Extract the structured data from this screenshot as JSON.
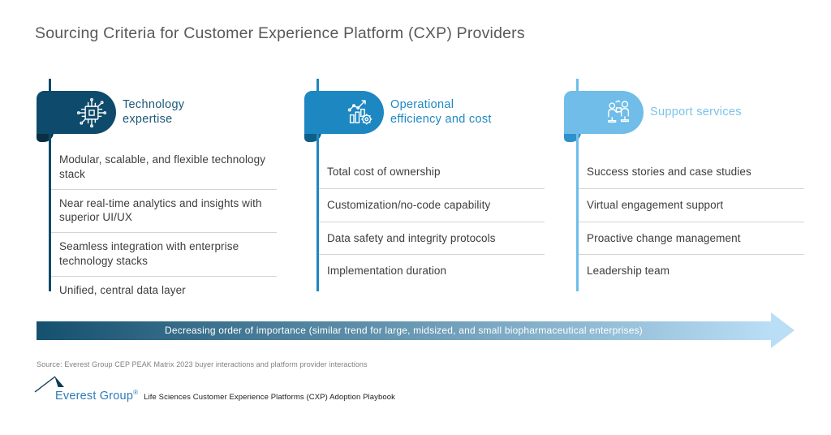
{
  "title": "Sourcing Criteria for Customer Experience Platform (CXP) Providers",
  "columns": [
    {
      "name": "technology-expertise",
      "icon": "cpu-chip-icon",
      "accent": "#0E4A6B",
      "fold": "#082F44",
      "label_color": "#1B5878",
      "label_line1": "Technology",
      "label_line2": "expertise",
      "items": [
        "Modular, scalable, and flexible technology stack",
        "Near real-time analytics and insights with superior UI/UX",
        "Seamless integration with enterprise technology stacks",
        "Unified, central data layer"
      ]
    },
    {
      "name": "operational-efficiency-and-cost",
      "icon": "chart-gear-icon",
      "accent": "#1D87C1",
      "fold": "#0E5E8C",
      "label_color": "#1E88C3",
      "label_line1": "Operational",
      "label_line2": "efficiency and cost",
      "items": [
        "Total cost of ownership",
        "Customization/no-code capability",
        "Data safety and integrity protocols",
        "Implementation duration"
      ]
    },
    {
      "name": "support-services",
      "icon": "people-engagement-icon",
      "accent": "#6FBDE8",
      "fold": "#2F90CC",
      "label_color": "#7CC2EA",
      "label_line1": "Support services",
      "label_line2": "",
      "items": [
        "Success stories and case studies",
        "Virtual engagement support",
        "Proactive change management",
        "Leadership team"
      ]
    }
  ],
  "arrow": {
    "label": "Decreasing order of importance (similar trend for large, midsized, and small biopharmaceutical enterprises)",
    "gradient_start": "#15506E",
    "gradient_end": "#B9DEF5"
  },
  "source": "Source: Everest Group CEP PEAK Matrix 2023 buyer interactions and platform provider interactions",
  "footer": {
    "brand": "Everest Group",
    "registered_mark": "®",
    "caption": "Life Sciences Customer Experience Platforms (CXP) Adoption Playbook"
  }
}
